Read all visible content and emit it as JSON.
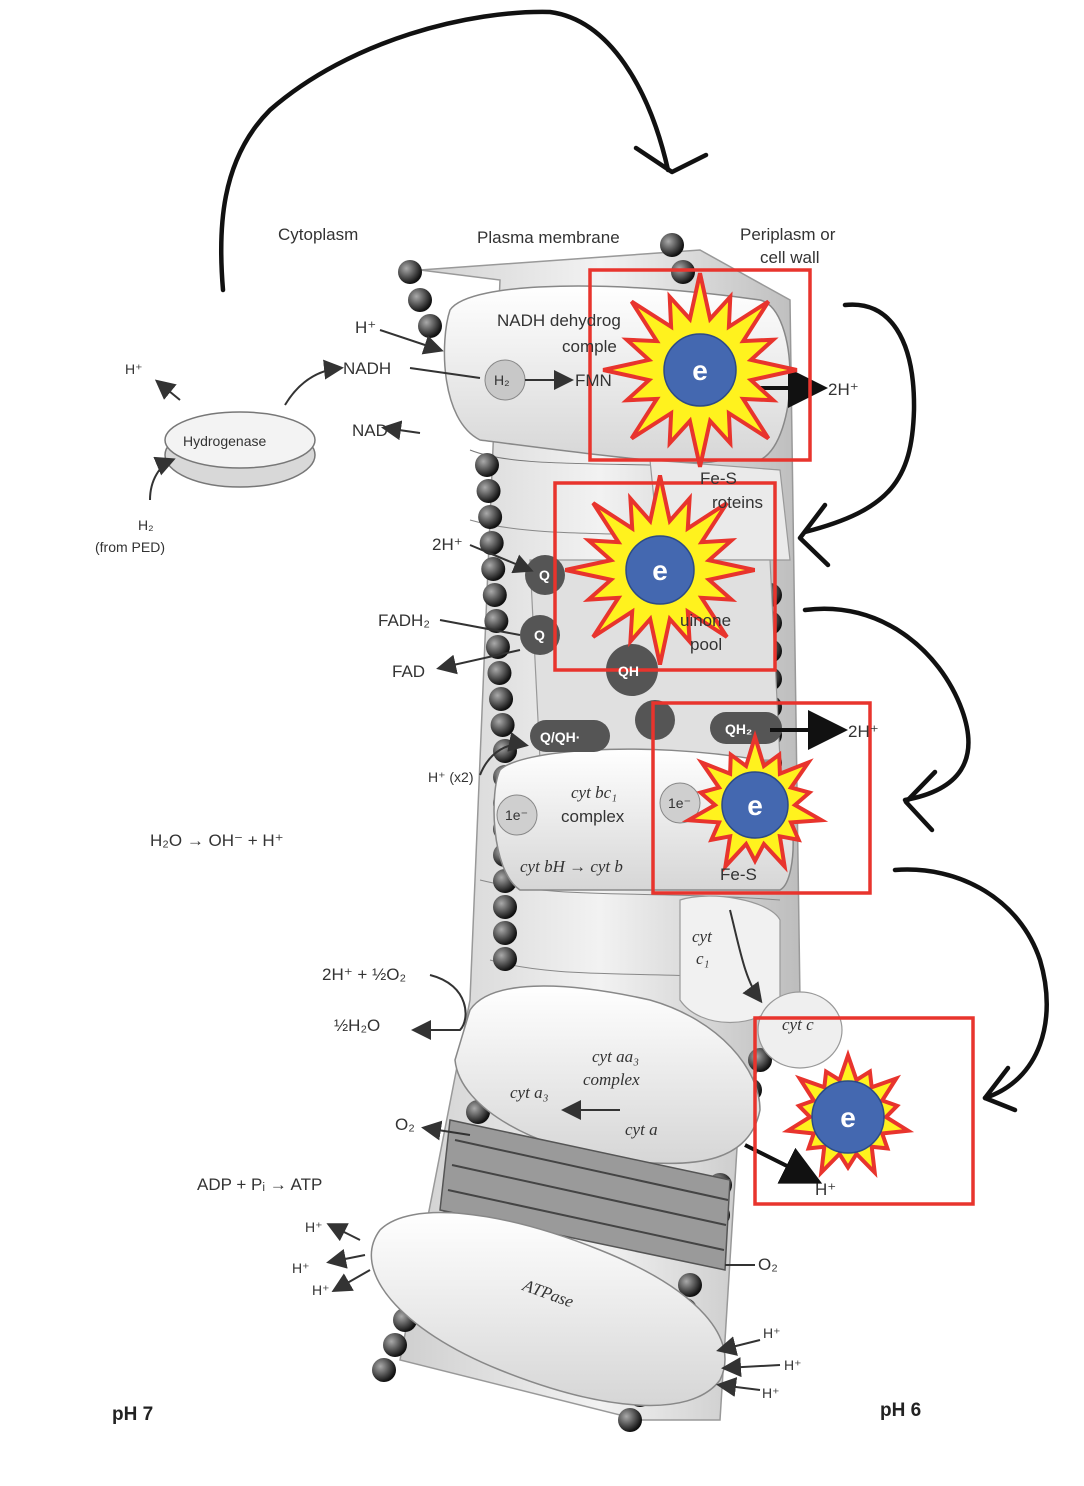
{
  "regions": {
    "cytoplasm": "Cytoplasm",
    "membrane": "Plasma membrane",
    "periplasm_line1": "Periplasm or",
    "periplasm_line2": "cell wall"
  },
  "ph": {
    "left": "pH 7",
    "right": "pH 6"
  },
  "hydrogenase": {
    "name": "Hydrogenase",
    "h_out": "H⁺",
    "h2_line1": "H₂",
    "h2_line2": "(from PED)"
  },
  "nadh_section": {
    "h_in": "H⁺",
    "nadh": "NADH",
    "nad": "NAD⁺",
    "complex_line1": "NADH dehydrog",
    "complex_line2": "comple",
    "h2_node": "H₂",
    "fmn": "FMN",
    "out_2h": "2H⁺",
    "fes_line1": "Fe-S",
    "fes_line2": "roteins"
  },
  "quinone_section": {
    "in_2h": "2H⁺",
    "q": "Q",
    "fadh2": "FADH₂",
    "fad": "FAD",
    "pool_line1": "uinone",
    "pool_line2": "pool",
    "qh": "QH",
    "qqh": "Q/QH·",
    "qh2": "QH₂",
    "out_2h": "2H⁺"
  },
  "bc1_section": {
    "h_x2": "H⁺ (x2)",
    "one_e": "1e⁻",
    "complex_line1": "cyt bc₁",
    "complex_line2": "complex",
    "cyt_bh": "cyt bH → cyt b",
    "fes": "Fe-S",
    "water": "H₂O → OH⁻ + H⁺",
    "cyt_c1_line1": "cyt",
    "cyt_c1_line2": "c₁"
  },
  "aa3_section": {
    "oxygen_in": "2H⁺ + ½O₂",
    "water_out": "½H₂O",
    "complex_line1": "cyt aa₃",
    "complex_line2": "complex",
    "cyt_a3": "cyt a₃",
    "cyt_a": "cyt a",
    "cyt_c": "cyt c",
    "o2_left": "O₂",
    "o2_right": "O₂",
    "h_out": "H⁺"
  },
  "atpase_section": {
    "reaction": "ADP + Pᵢ → ATP",
    "name": "ATPase",
    "h_left": [
      "H⁺",
      "H⁺",
      "H⁺"
    ],
    "h_right": [
      "H⁺",
      "H⁺",
      "H⁺"
    ]
  },
  "electron_label": "e",
  "colors": {
    "highlight_box": "#e8342d",
    "star_fill": "#fff21e",
    "star_stroke": "#e8342d",
    "electron": "#4468b0",
    "arrow": "#111111"
  }
}
